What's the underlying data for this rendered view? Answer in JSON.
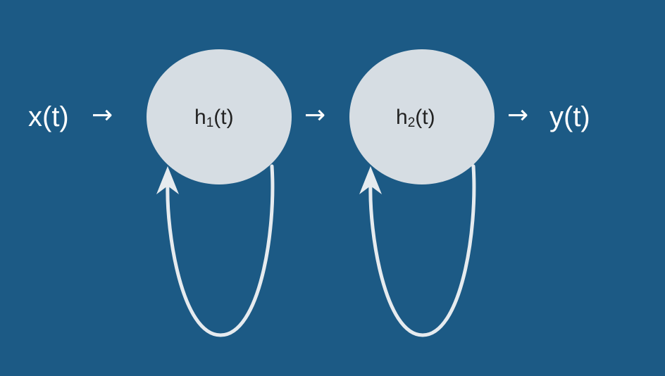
{
  "diagram": {
    "input_label": "x(t)",
    "output_label": "y(t)",
    "arrow_glyph": "→",
    "nodes": [
      {
        "base": "h",
        "sub": "1",
        "suffix": "(t)"
      },
      {
        "base": "h",
        "sub": "2",
        "suffix": "(t)"
      }
    ],
    "self_loops": [
      "h1-recurrent-loop",
      "h2-recurrent-loop"
    ],
    "colors": {
      "background": "#1c5a85",
      "node_fill": "#d6dde3",
      "loop_stroke": "#e6ebef",
      "text_light": "#ffffff",
      "text_dark": "#222222"
    }
  }
}
